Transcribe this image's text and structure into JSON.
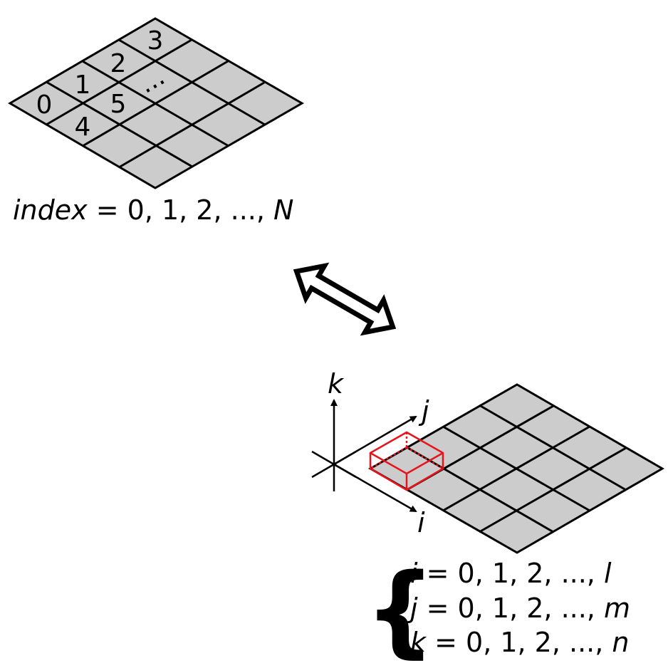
{
  "top_grid": {
    "cell_labels": [
      "0",
      "1",
      "2",
      "3",
      "4",
      "5",
      "..."
    ],
    "equation": {
      "var": "index",
      "eq": " = 0, 1, 2, ..., ",
      "last": "N"
    }
  },
  "bottom_grid": {
    "axes": {
      "i": "i",
      "j": "j",
      "k": "k"
    },
    "equations": [
      {
        "var": "i",
        "eq": " = 0, 1, 2, ..., ",
        "last": "l"
      },
      {
        "var": "j",
        "eq": " = 0, 1, 2, ..., ",
        "last": "m"
      },
      {
        "var": "k",
        "eq": " = 0, 1, 2, ..., ",
        "last": "n"
      }
    ],
    "brace": "{"
  },
  "colors": {
    "cell_fill": "#cccccc",
    "line": "#000000",
    "highlight": "#e8141c"
  }
}
